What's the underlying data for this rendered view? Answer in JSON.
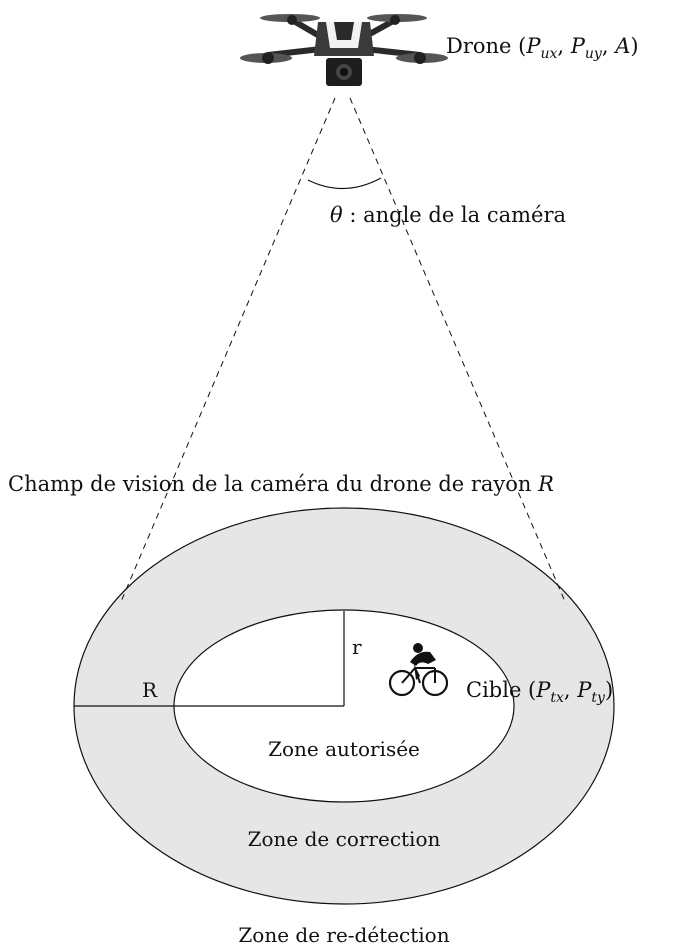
{
  "labels": {
    "drone_prefix": "Drone (",
    "drone_p": "P",
    "drone_ux": "ux",
    "drone_sep1": ", ",
    "drone_uy": "uy",
    "drone_sep2": ", ",
    "drone_A": "A",
    "drone_close": ")",
    "theta_symbol": "θ",
    "theta_rest": " : angle de la caméra",
    "fov_text": "Champ de vision de la caméra du drone de rayon ",
    "fov_R": "R",
    "r_label": "r",
    "R_label": "R",
    "cible_prefix": "Cible (",
    "cible_p": "P",
    "cible_tx": "tx",
    "cible_sep": ", ",
    "cible_ty": "ty",
    "cible_close": ")",
    "zone_autorisee": "Zone autorisée",
    "zone_correction": "Zone de correction",
    "zone_redetection": "Zone de re-détection"
  },
  "icons": {
    "drone": "drone-icon",
    "cyclist": "cyclist-icon"
  },
  "colors": {
    "correction_zone_fill": "#e6e6e6",
    "stroke": "#111111"
  }
}
